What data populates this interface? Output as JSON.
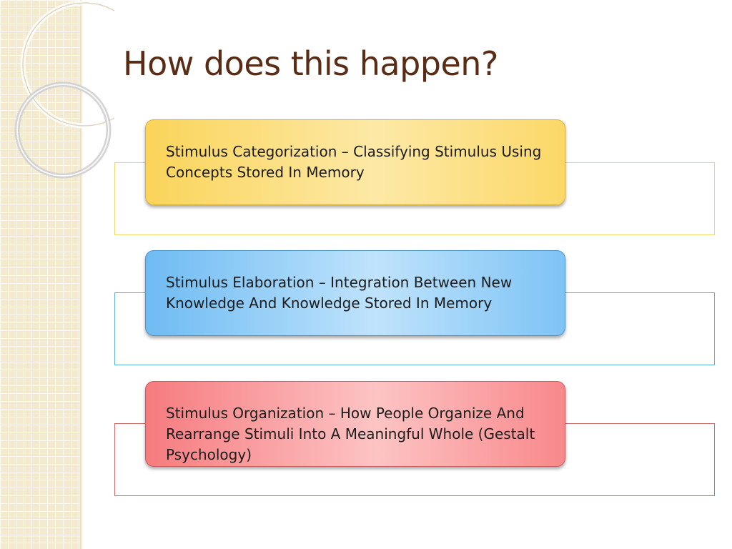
{
  "slide": {
    "title": "How does this happen?",
    "items": [
      {
        "text": "Stimulus Categorization – Classifying Stimulus Using Concepts Stored In Memory",
        "color": "#fad45a"
      },
      {
        "text": "Stimulus Elaboration – Integration Between New Knowledge And Knowledge Stored In Memory",
        "color": "#6ebbf3"
      },
      {
        "text": "Stimulus Organization – How People Organize And Rearrange Stimuli Into A Meaningful Whole (Gestalt Psychology)",
        "color": "#f67b7f"
      }
    ]
  },
  "theme": {
    "title_color": "#5a2c15",
    "band_color": "#f4ead0"
  }
}
